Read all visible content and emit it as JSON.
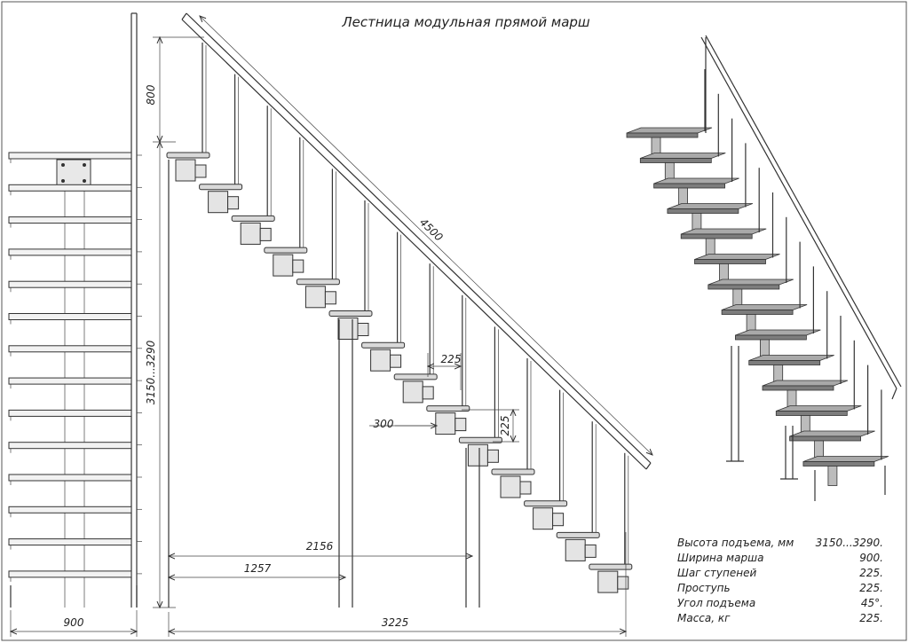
{
  "title": "Лестница модульная прямой марш",
  "dimensions": {
    "front_width": "900",
    "handrail_height": "800",
    "rise_range_vertical": "3150...3290",
    "handrail_length": "4500",
    "step_pitch": "225",
    "tread_depth": "300",
    "step_rise": "225",
    "support_dist_1": "2156",
    "support_dist_2": "1257",
    "total_length": "3225"
  },
  "specs": [
    {
      "label": "Высота подъема, мм",
      "value": "3150...3290."
    },
    {
      "label": "Ширина марша",
      "value": "900."
    },
    {
      "label": "Шаг ступеней",
      "value": "225."
    },
    {
      "label": "Проступь",
      "value": "225."
    },
    {
      "label": "Угол подъема",
      "value": "45°."
    },
    {
      "label": "Масса, кг",
      "value": "225."
    }
  ],
  "steps": {
    "front_count": 14,
    "side_count": 14,
    "iso_count": 14
  }
}
